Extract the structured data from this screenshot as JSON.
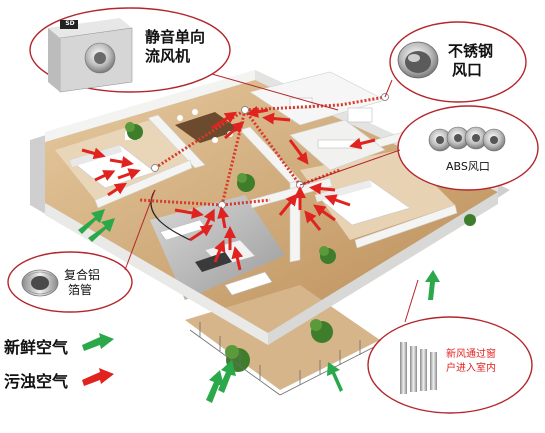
{
  "callouts": {
    "fan_unit": {
      "line1": "静音单向",
      "line2": "流风机"
    },
    "stainless_vent": {
      "line1": "不锈钢",
      "line2": "风口"
    },
    "abs_vent": {
      "label": "ABS风口"
    },
    "duct": {
      "line1": "复合铝",
      "line2": "箔管"
    },
    "window_intake": {
      "line1": "新风通过窗",
      "line2": "户进入室内"
    }
  },
  "legend": {
    "fresh_air": {
      "label": "新鲜空气",
      "arrow_color": "#2aa84a"
    },
    "stale_air": {
      "label": "污浊空气",
      "arrow_color": "#e0231f"
    }
  },
  "colors": {
    "callout_border": "#b3262c",
    "duct_line": "#d83a2a",
    "floor": "#d9b98a",
    "wall": "#f2f2f0"
  },
  "unit_badge": "SD"
}
